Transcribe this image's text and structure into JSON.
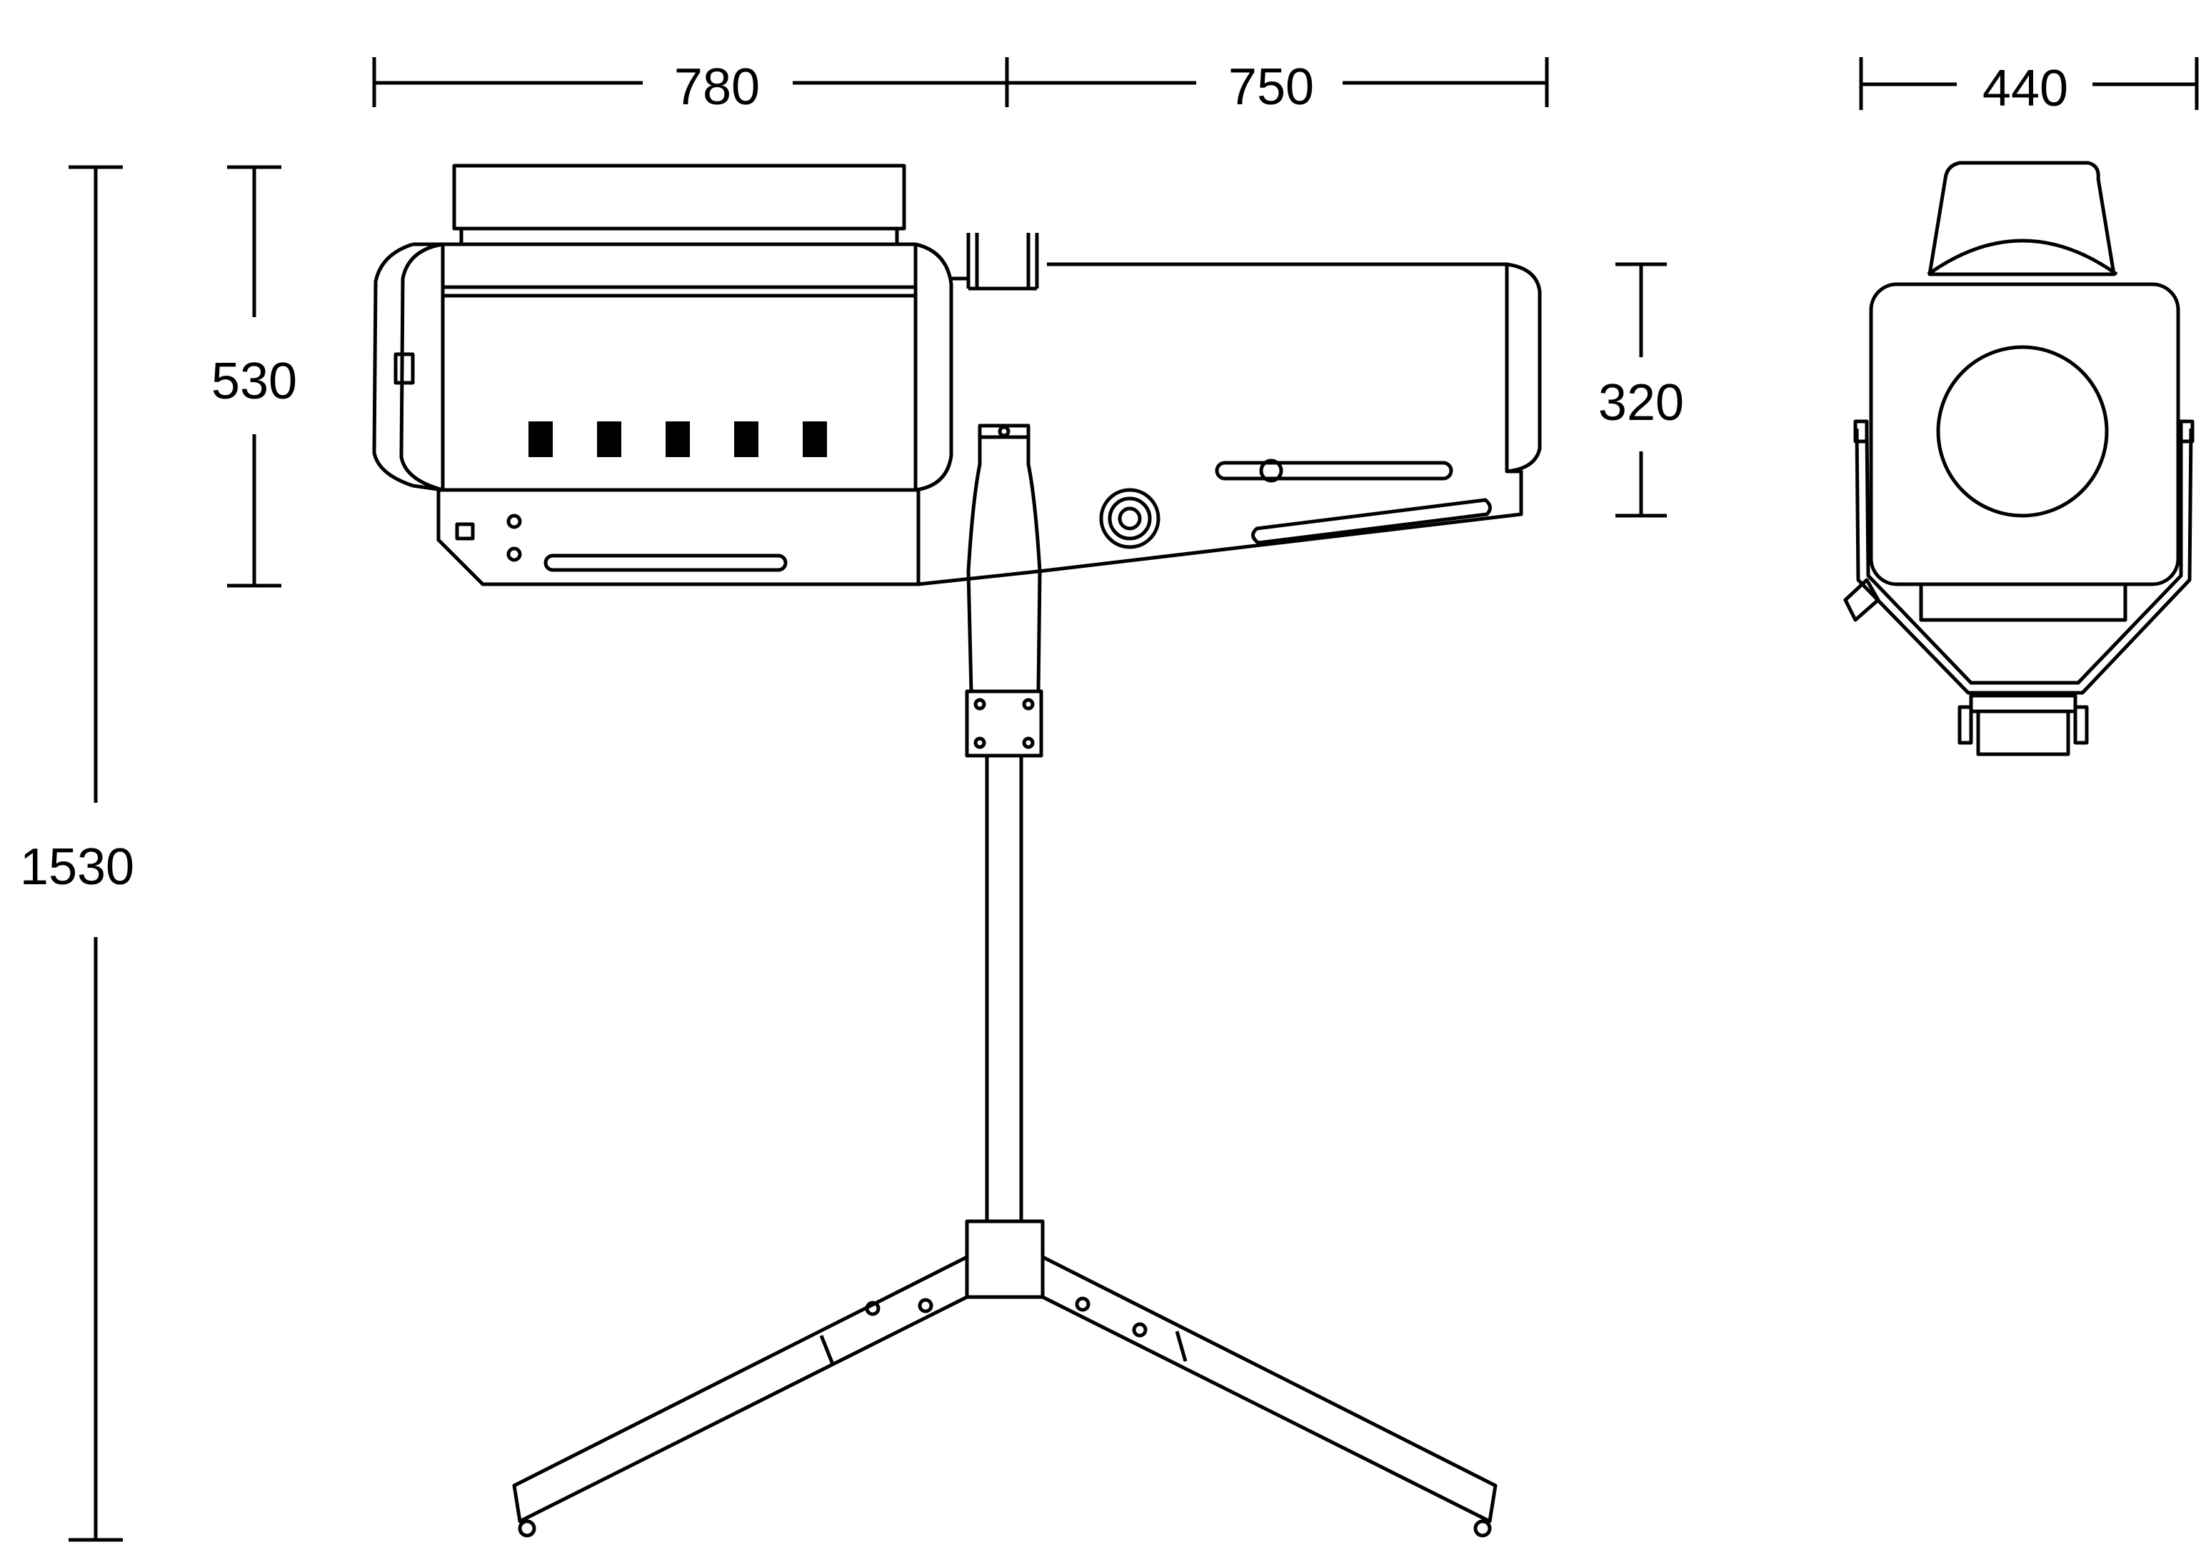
{
  "dimensions": {
    "lamp_body_length": "780",
    "lens_tube_length": "750",
    "lamp_body_height": "530",
    "lens_tube_height": "320",
    "overall_height": "1530",
    "front_width": "440"
  },
  "colors": {
    "line": "#000000",
    "background": "#ffffff",
    "fill_dark": "#000000"
  }
}
